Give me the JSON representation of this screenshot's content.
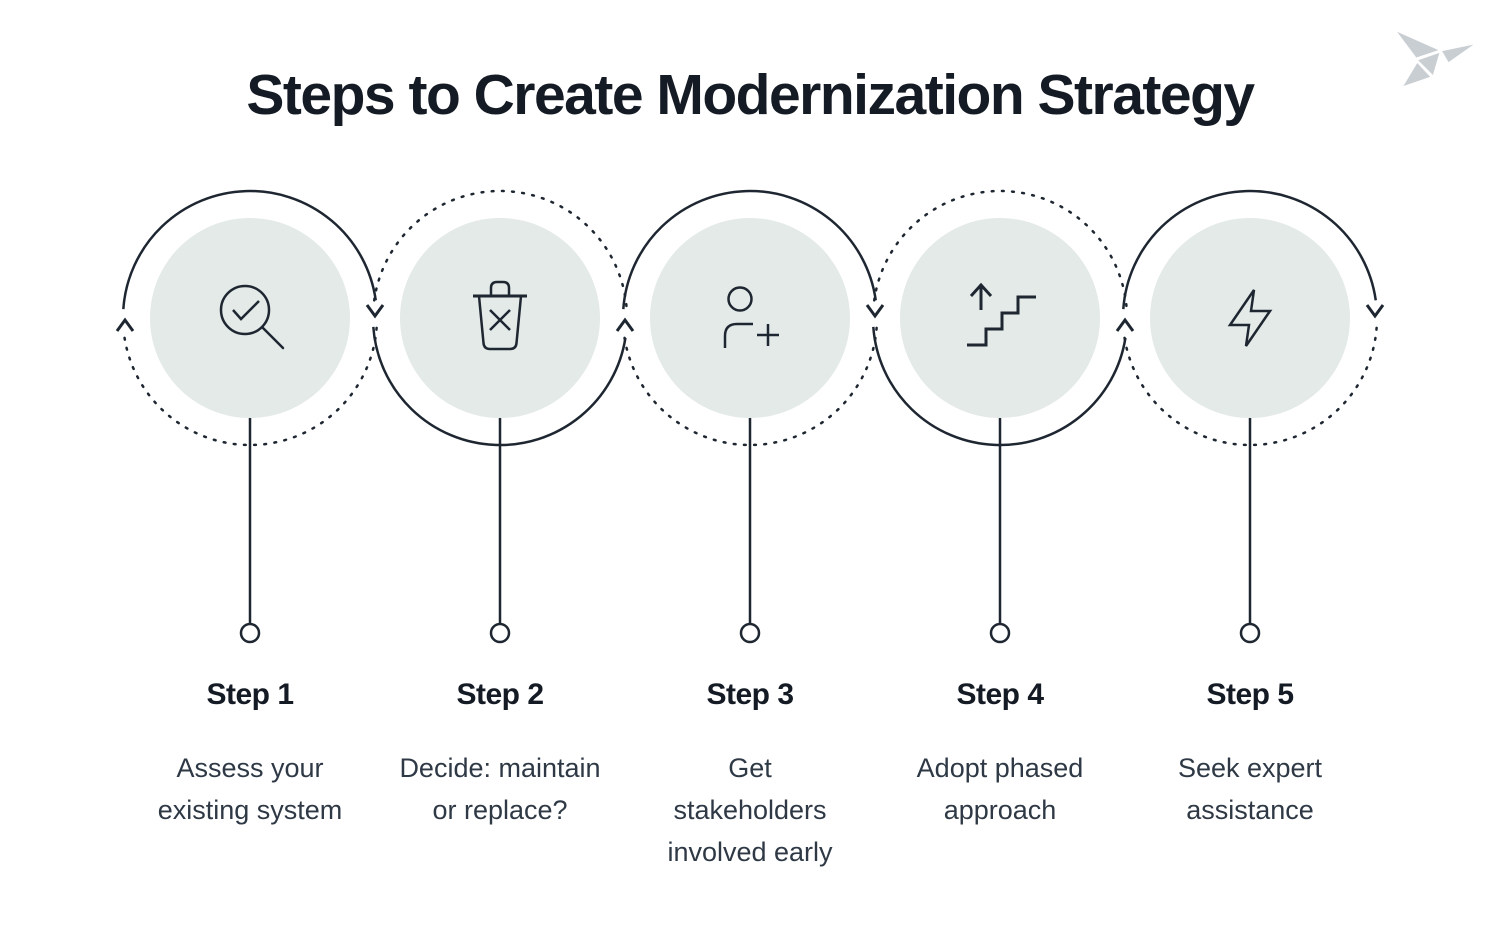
{
  "title": "Steps to Create Modernization Strategy",
  "logo": "origami-bird",
  "colors": {
    "ink": "#1e2731",
    "title": "#151b24",
    "text": "#2e3945",
    "circle_fill": "#e4eae8",
    "logo": "#c9ced3"
  },
  "steps": [
    {
      "label": "Step 1",
      "icon": "magnifier-check",
      "description_lines": [
        "Assess your",
        "existing system"
      ]
    },
    {
      "label": "Step 2",
      "icon": "trash-x",
      "description_lines": [
        "Decide: maintain",
        "or replace?"
      ]
    },
    {
      "label": "Step 3",
      "icon": "user-plus",
      "description_lines": [
        "Get",
        "stakeholders",
        "involved early"
      ]
    },
    {
      "label": "Step 4",
      "icon": "stairs-up",
      "description_lines": [
        "Adopt phased",
        "approach"
      ]
    },
    {
      "label": "Step 5",
      "icon": "bolt",
      "description_lines": [
        "Seek expert",
        "assistance"
      ]
    }
  ]
}
